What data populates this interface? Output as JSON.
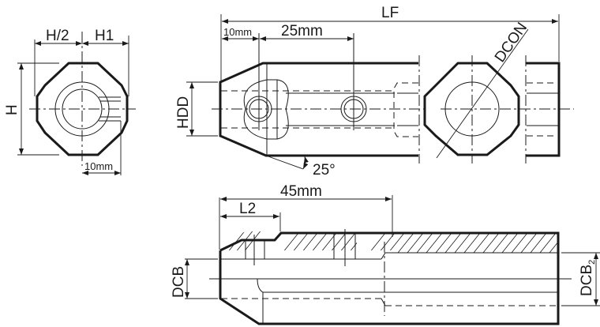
{
  "drawing": {
    "title": "Boring bar sleeve technical drawing",
    "stroke_color": "#1a1a1a",
    "background": "#ffffff"
  },
  "end_view_left": {
    "label_half_height": "H/2",
    "label_h1": "H1",
    "label_height": "H",
    "label_flat_offset": "10mm"
  },
  "side_view_top": {
    "label_overall_length": "LF",
    "label_first_hole": "10mm",
    "label_hole_spacing": "25mm",
    "label_hole_diameter": "HDD",
    "label_chamfer_angle": "25°"
  },
  "end_view_right": {
    "label_connection_diameter": "DCON"
  },
  "section_view_bottom": {
    "label_bore_depth": "45mm",
    "label_l2": "L2",
    "label_bore_diameter": "DCB",
    "label_bore_diameter_2": "DCB",
    "label_bore_diameter_2_sub": "2"
  }
}
